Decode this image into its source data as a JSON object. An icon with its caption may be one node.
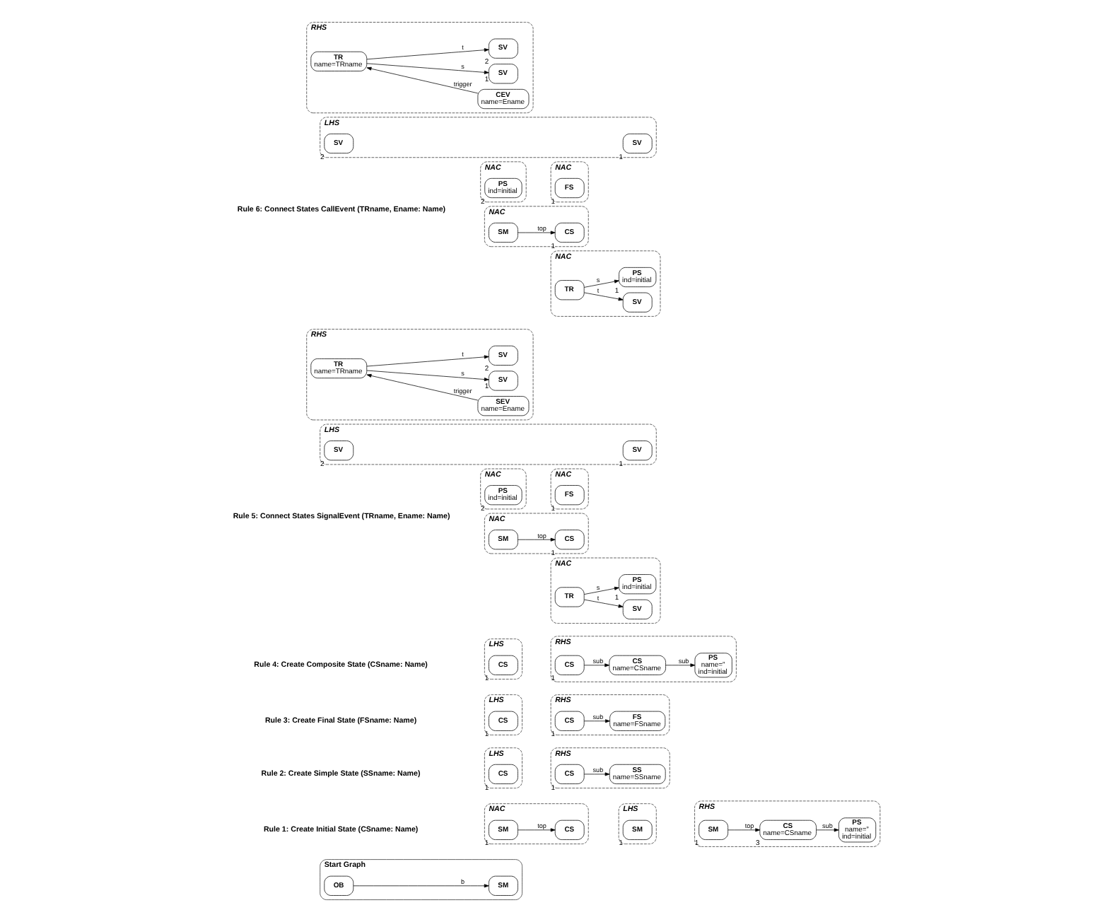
{
  "diagram": {
    "nodes": [
      {
        "text": [
          "Start Graph"
        ]
      },
      {
        "text": [
          "SM"
        ],
        "in": 0
      },
      {
        "text": [
          "OB"
        ],
        "in": 0
      },
      {
        "text": [
          "NAC"
        ]
      },
      {
        "text": [
          "SM"
        ],
        "in": 3,
        "beside": [
          "1"
        ]
      },
      {
        "text": [
          "CS"
        ],
        "in": 3
      },
      {
        "text": [
          "LHS"
        ]
      },
      {
        "text": [
          "SM"
        ],
        "in": 6,
        "beside": [
          "1"
        ]
      },
      {
        "text": [
          "RHS"
        ]
      },
      {
        "text": [
          "SM"
        ],
        "in": 8,
        "beside": [
          "1"
        ]
      },
      {
        "text": [
          "CS",
          "name=CSname"
        ],
        "in": 8,
        "beside": [
          "3"
        ]
      },
      {
        "text": [
          "PS",
          "name=”",
          "ind=initial"
        ],
        "in": 8
      },
      {
        "text": [
          "LHS"
        ]
      },
      {
        "text": [
          "CS"
        ],
        "in": 12,
        "beside": [
          "1"
        ]
      },
      {
        "text": [
          "RHS"
        ]
      },
      {
        "text": [
          "CS"
        ],
        "in": 14,
        "beside": [
          "1"
        ]
      },
      {
        "text": [
          "SS",
          "name=SSname"
        ],
        "in": 14
      },
      {
        "text": [
          "LHS"
        ]
      },
      {
        "text": [
          "CS"
        ],
        "in": 17,
        "beside": [
          "1"
        ]
      },
      {
        "text": [
          "RHS"
        ]
      },
      {
        "text": [
          "CS"
        ],
        "in": 19,
        "beside": [
          "1"
        ]
      },
      {
        "text": [
          "FS",
          "name=FSname"
        ],
        "in": 19
      },
      {
        "text": [
          "LHS"
        ]
      },
      {
        "text": [
          "CS"
        ],
        "in": 22,
        "beside": [
          "1"
        ]
      },
      {
        "text": [
          "RHS"
        ]
      },
      {
        "text": [
          "CS"
        ],
        "in": 24,
        "beside": [
          "1"
        ]
      },
      {
        "text": [
          "CS",
          "name=CSname"
        ],
        "in": 24
      },
      {
        "text": [
          "PS",
          "name=”",
          "ind=initial"
        ],
        "in": 24
      },
      {
        "text": [
          "NAC"
        ]
      },
      {
        "text": [
          "PS",
          "ind=initial"
        ],
        "in": 28,
        "beside": [
          "2"
        ]
      },
      {
        "text": [
          "NAC"
        ]
      },
      {
        "text": [
          "FS"
        ],
        "in": 30,
        "beside": [
          "1"
        ]
      },
      {
        "text": [
          "LHS"
        ]
      },
      {
        "text": [
          "SV"
        ],
        "in": 32,
        "beside": [
          "1"
        ]
      },
      {
        "text": [
          "SV"
        ],
        "in": 32,
        "beside": [
          "2"
        ]
      },
      {
        "text": [
          "RHS"
        ]
      },
      {
        "text": [
          "SEV",
          "name=Ename"
        ],
        "in": 35
      },
      {
        "text": [
          "SV"
        ],
        "in": 35,
        "beside": [
          "1"
        ]
      },
      {
        "text": [
          "TR",
          "name=TRname"
        ],
        "in": 35
      },
      {
        "text": [
          "SV"
        ],
        "in": 35,
        "beside": [
          "2"
        ]
      },
      {
        "text": [
          "NAC"
        ]
      },
      {
        "text": [
          "SM"
        ],
        "in": 40
      },
      {
        "text": [
          "CS"
        ],
        "in": 40,
        "beside": [
          "1"
        ]
      },
      {
        "text": [
          "NAC"
        ]
      },
      {
        "text": [
          "PS",
          "ind=initial"
        ],
        "in": 43,
        "beside": [
          "1"
        ]
      },
      {
        "text": [
          "TR"
        ],
        "in": 43
      },
      {
        "text": [
          "SV"
        ],
        "in": 43
      },
      {
        "text": [
          "NAC"
        ]
      },
      {
        "text": [
          "PS",
          "ind=initial"
        ],
        "in": 47,
        "beside": [
          "2"
        ]
      },
      {
        "text": [
          "NAC"
        ]
      },
      {
        "text": [
          "FS"
        ],
        "in": 49,
        "beside": [
          "1"
        ]
      },
      {
        "text": [
          "LHS"
        ]
      },
      {
        "text": [
          "SV"
        ],
        "in": 51,
        "beside": [
          "1"
        ]
      },
      {
        "text": [
          "SV"
        ],
        "in": 51,
        "beside": [
          "2"
        ]
      },
      {
        "text": [
          "RHS"
        ]
      },
      {
        "text": [
          "CEV",
          "name=Ename"
        ],
        "in": 54
      },
      {
        "text": [
          "SV"
        ],
        "in": 54,
        "beside": [
          "1"
        ]
      },
      {
        "text": [
          "TR",
          "name=TRname"
        ],
        "in": 54
      },
      {
        "text": [
          "SV"
        ],
        "in": 54,
        "beside": [
          "2"
        ]
      },
      {
        "text": [
          "NAC"
        ]
      },
      {
        "text": [
          "SM"
        ],
        "in": 59
      },
      {
        "text": [
          "CS"
        ],
        "in": 59,
        "beside": [
          "1"
        ]
      },
      {
        "text": [
          "NAC"
        ]
      },
      {
        "text": [
          "PS",
          "ind=initial"
        ],
        "in": 62,
        "beside": [
          "1"
        ]
      },
      {
        "text": [
          "TR"
        ],
        "in": 62
      },
      {
        "text": [
          "SV"
        ],
        "in": 62
      }
    ],
    "edges": [
      {
        "from": 2,
        "to": 1,
        "label": "b",
        "arrow": "to"
      },
      {
        "from": 4,
        "to": 5,
        "label": "top",
        "arrow": "to"
      },
      {
        "from": 9,
        "to": 10,
        "label": "top",
        "arrow": "to"
      },
      {
        "from": 10,
        "to": 11,
        "label": "sub",
        "arrow": "to"
      },
      {
        "from": 15,
        "to": 16,
        "label": "sub",
        "arrow": "to"
      },
      {
        "from": 20,
        "to": 21,
        "label": "sub",
        "arrow": "to"
      },
      {
        "from": 25,
        "to": 26,
        "label": "sub",
        "arrow": "to"
      },
      {
        "from": 26,
        "to": 27,
        "label": "sub",
        "arrow": "to"
      },
      {
        "from": 36,
        "to": 38,
        "label": "trigger",
        "arrow": "to"
      },
      {
        "from": 38,
        "to": 37,
        "label": "s",
        "arrow": "to"
      },
      {
        "from": 38,
        "to": 39,
        "label": "t",
        "arrow": "to"
      },
      {
        "from": 41,
        "to": 42,
        "label": "top",
        "arrow": "to"
      },
      {
        "from": 45,
        "to": 44,
        "label": "s",
        "arrow": "to"
      },
      {
        "from": 45,
        "to": 46,
        "label": "t",
        "arrow": "to"
      },
      {
        "from": 55,
        "to": 57,
        "label": "trigger",
        "arrow": "to"
      },
      {
        "from": 57,
        "to": 56,
        "label": "s",
        "arrow": "to"
      },
      {
        "from": 57,
        "to": 58,
        "label": "t",
        "arrow": "to"
      },
      {
        "from": 60,
        "to": 61,
        "label": "top",
        "arrow": "to"
      },
      {
        "from": 64,
        "to": 63,
        "label": "s",
        "arrow": "to"
      },
      {
        "from": 64,
        "to": 65,
        "label": "t",
        "arrow": "to"
      }
    ],
    "labels": [
      "Rule 1: Create Initial State (CSname: Name)",
      "Rule 2: Create Simple State (SSname: Name)",
      "Rule 3: Create Final State (FSname: Name)",
      "Rule 4: Create Composite State (CSname: Name)",
      "Rule 5: Connect States SignalEvent (TRname, Ename: Name)",
      "Rule 6: Connect States CallEvent (TRname, Ename: Name)"
    ]
  }
}
